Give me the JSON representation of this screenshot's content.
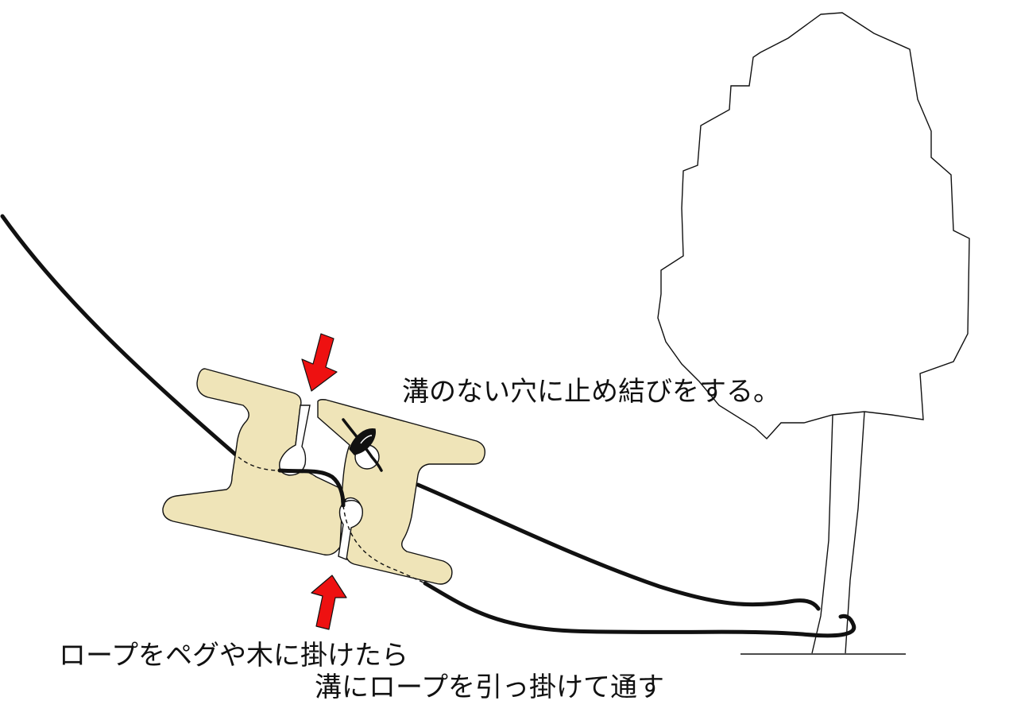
{
  "annotations": {
    "knot_instruction": "溝のない穴に止め結びをする。",
    "hook_instruction_line1": "ロープをペグや木に掛けたら",
    "hook_instruction_line2": "溝にロープを引っ掛けて通す"
  },
  "colors": {
    "tensioner_fill": "#efe4b8",
    "arrow_fill": "#ee1111",
    "rope": "#111111",
    "outline": "#111111"
  },
  "icons": [
    "down-arrow-icon",
    "up-arrow-icon",
    "tree-icon",
    "knot-icon"
  ]
}
